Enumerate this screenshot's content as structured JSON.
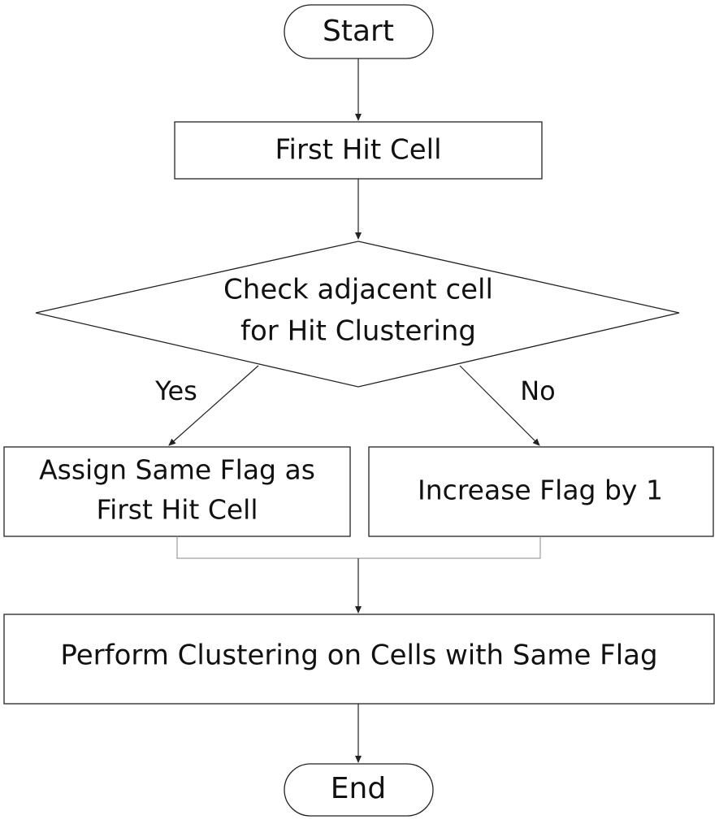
{
  "diagram": {
    "nodes": {
      "start": {
        "label": "Start",
        "shape": "terminator"
      },
      "first_hit": {
        "label": "First Hit Cell",
        "shape": "process"
      },
      "check": {
        "line1": "Check adjacent cell",
        "line2": "for Hit Clustering",
        "shape": "decision"
      },
      "assign": {
        "line1": "Assign Same Flag as",
        "line2": "First Hit Cell",
        "shape": "process"
      },
      "increase": {
        "label": "Increase Flag by 1",
        "shape": "process"
      },
      "perform": {
        "label": "Perform Clustering on Cells with Same Flag",
        "shape": "process"
      },
      "end": {
        "label": "End",
        "shape": "terminator"
      }
    },
    "edges": {
      "yes": {
        "label": "Yes"
      },
      "no": {
        "label": "No"
      }
    },
    "colors": {
      "stroke": "#222222",
      "text": "#111111",
      "background": "#ffffff"
    }
  }
}
